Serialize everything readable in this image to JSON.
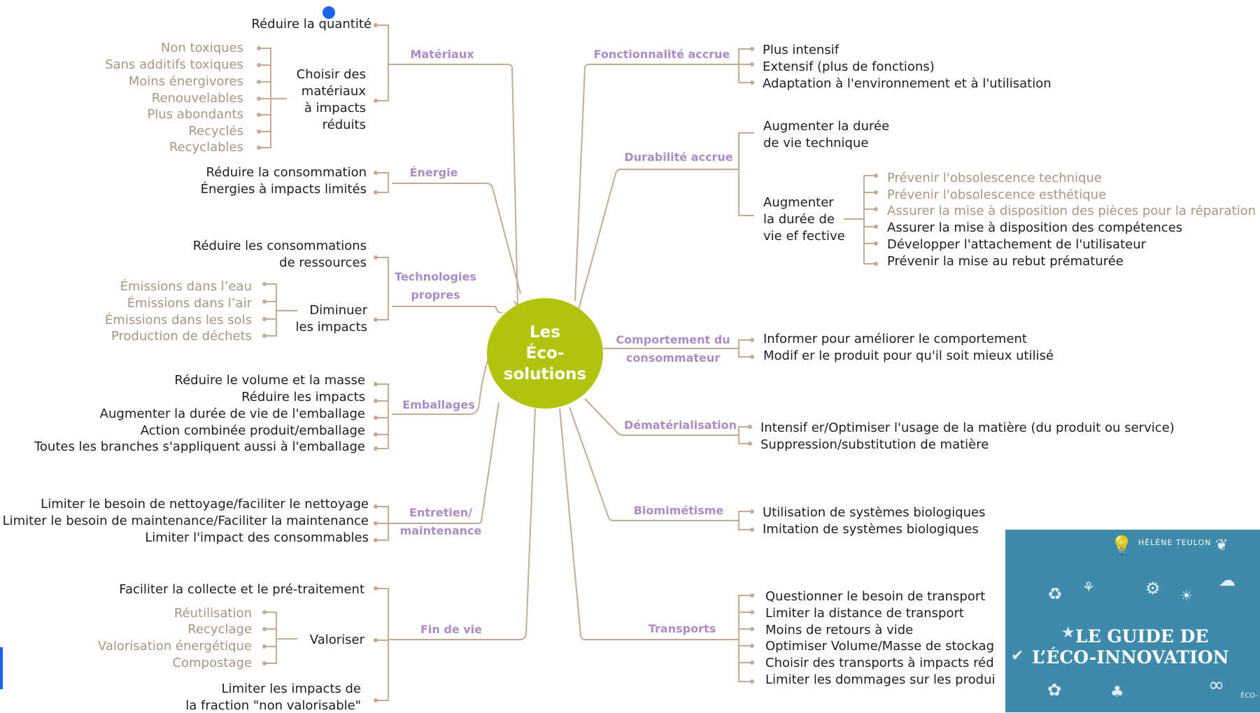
{
  "center": {
    "line1": "Les",
    "line2": "Éco-solutions",
    "color": "#b2c30e"
  },
  "colors": {
    "category": "#ac8cc4",
    "line": "#c4ab98",
    "grey_text": "#a89585",
    "dark_text": "#1e1e1e"
  },
  "left": {
    "materiaux": {
      "label": "Matériaux",
      "reduire": "Réduire la quantité",
      "choisir": [
        "Choisir des",
        "matériaux",
        "à impacts",
        "réduits"
      ],
      "sub": [
        "Non toxiques",
        "Sans additifs toxiques",
        "Moins énergivores",
        "Renouvelables",
        "Plus abondants",
        "Recyclés",
        "Recyclables"
      ]
    },
    "energie": {
      "label": "Énergie",
      "items": [
        "Réduire la consommation",
        "Énergies à impacts limités"
      ]
    },
    "technologies": {
      "label": [
        "Technologies",
        "propres"
      ],
      "reduire": [
        "Réduire les consommations",
        "de ressources"
      ],
      "diminuer": [
        "Diminuer",
        "les impacts"
      ],
      "sub": [
        "Émissions dans l’eau",
        "Émissions dans l’air",
        "Émissions dans les sols",
        "Production de déchets"
      ]
    },
    "emballages": {
      "label": "Emballages",
      "items": [
        "Réduire le volume et la masse",
        "Réduire les impacts",
        "Augmenter la durée de vie de l'emballage",
        "Action combinée produit/emballage",
        "Toutes les branches s'appliquent aussi à l'emballage"
      ]
    },
    "entretien": {
      "label": [
        "Entretien/",
        "maintenance"
      ],
      "items": [
        "Limiter le besoin de nettoyage/faciliter le nettoyage",
        "Limiter le besoin de maintenance/Faciliter la maintenance",
        "Limiter l'impact des consommables"
      ]
    },
    "findevie": {
      "label": "Fin de vie",
      "faciliter": "Faciliter la collecte et le pré-traitement",
      "valoriser": "Valoriser",
      "sub": [
        "Réutilisation",
        "Recyclage",
        "Valorisation énergétique",
        "Compostage"
      ],
      "limiter": [
        "Limiter les impacts de",
        "la fraction \"non valorisable\""
      ]
    }
  },
  "right": {
    "fonctionnalite": {
      "label": "Fonctionnalité accrue",
      "items": [
        "Plus intensif",
        "Extensif (plus de fonctions)",
        "Adaptation à l'environnement et à l'utilisation"
      ]
    },
    "durabilite": {
      "label": "Durabilité accrue",
      "technique": [
        "Augmenter la durée",
        "de vie technique"
      ],
      "effective": [
        "Augmenter",
        "la durée de",
        "vie ef fective"
      ],
      "sub_grey": [
        "Prévenir l'obsolescence technique",
        "Prévenir l'obsolescence esthétique",
        "Assurer la mise à disposition des pièces pour la réparation"
      ],
      "sub_dark": [
        "Assurer la mise à disposition des compétences",
        "Développer l'attachement de l'utilisateur",
        "Prévenir la mise au rebut prématurée"
      ]
    },
    "comportement": {
      "label": [
        "Comportement du",
        "consommateur"
      ],
      "items": [
        "Informer pour améliorer le comportement",
        "Modif er le produit pour qu'il soit mieux utilisé"
      ]
    },
    "dematerialisation": {
      "label": "Dématérialisation",
      "items": [
        "Intensif er/Optimiser l'usage de la matière (du produit ou service)",
        "Suppression/substitution de matière"
      ]
    },
    "biomimetisme": {
      "label": "Biomimétisme",
      "items": [
        "Utilisation de systèmes biologiques",
        "Imitation de systèmes biologiques"
      ]
    },
    "transports": {
      "label": "Transports",
      "items": [
        "Questionner le besoin de transport",
        "Limiter la distance de transport",
        "Moins de retours à vide",
        "Optimiser Volume/Masse de stockag",
        "Choisir des transports à impacts réd",
        "Limiter les dommages sur les produi"
      ]
    }
  },
  "book": {
    "author": "HÉLÈNE TEULON",
    "title_line1": "LE GUIDE DE",
    "title_line2": "L’ÉCO-INNOVATION",
    "edge_text": "ÉCO-",
    "color": "#3e8aab"
  }
}
